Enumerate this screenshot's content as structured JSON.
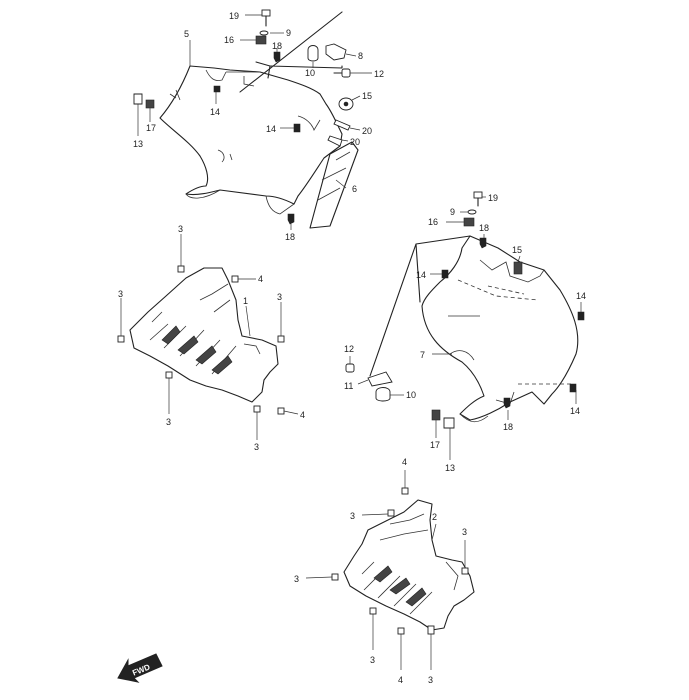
{
  "labels": {
    "l19a": "19",
    "l9a": "9",
    "l16a": "16",
    "l18a": "18",
    "l5": "5",
    "l8": "8",
    "l10a": "10",
    "l12a": "12",
    "l15a": "15",
    "l14a": "14",
    "l14b": "14",
    "l20a": "20",
    "l20b": "20",
    "l17a": "17",
    "l13a": "13",
    "l6": "6",
    "l18b": "18",
    "l3a": "3",
    "l4a": "4",
    "l1": "1",
    "l3b": "3",
    "l3c": "3",
    "l3d": "3",
    "l4b": "4",
    "l3e": "3",
    "l19b": "19",
    "l9b": "9",
    "l16b": "16",
    "l18c": "18",
    "l15b": "15",
    "l14c": "14",
    "l14d": "14",
    "l7": "7",
    "l12b": "12",
    "l11": "11",
    "l10b": "10",
    "l18d": "18",
    "l14e": "14",
    "l17b": "17",
    "l13b": "13",
    "l4c": "4",
    "l3f": "3",
    "l2": "2",
    "l3g": "3",
    "l3h": "3",
    "l3i": "3",
    "l4d": "4",
    "l3j": "3"
  },
  "fwd_badge": "FWD"
}
